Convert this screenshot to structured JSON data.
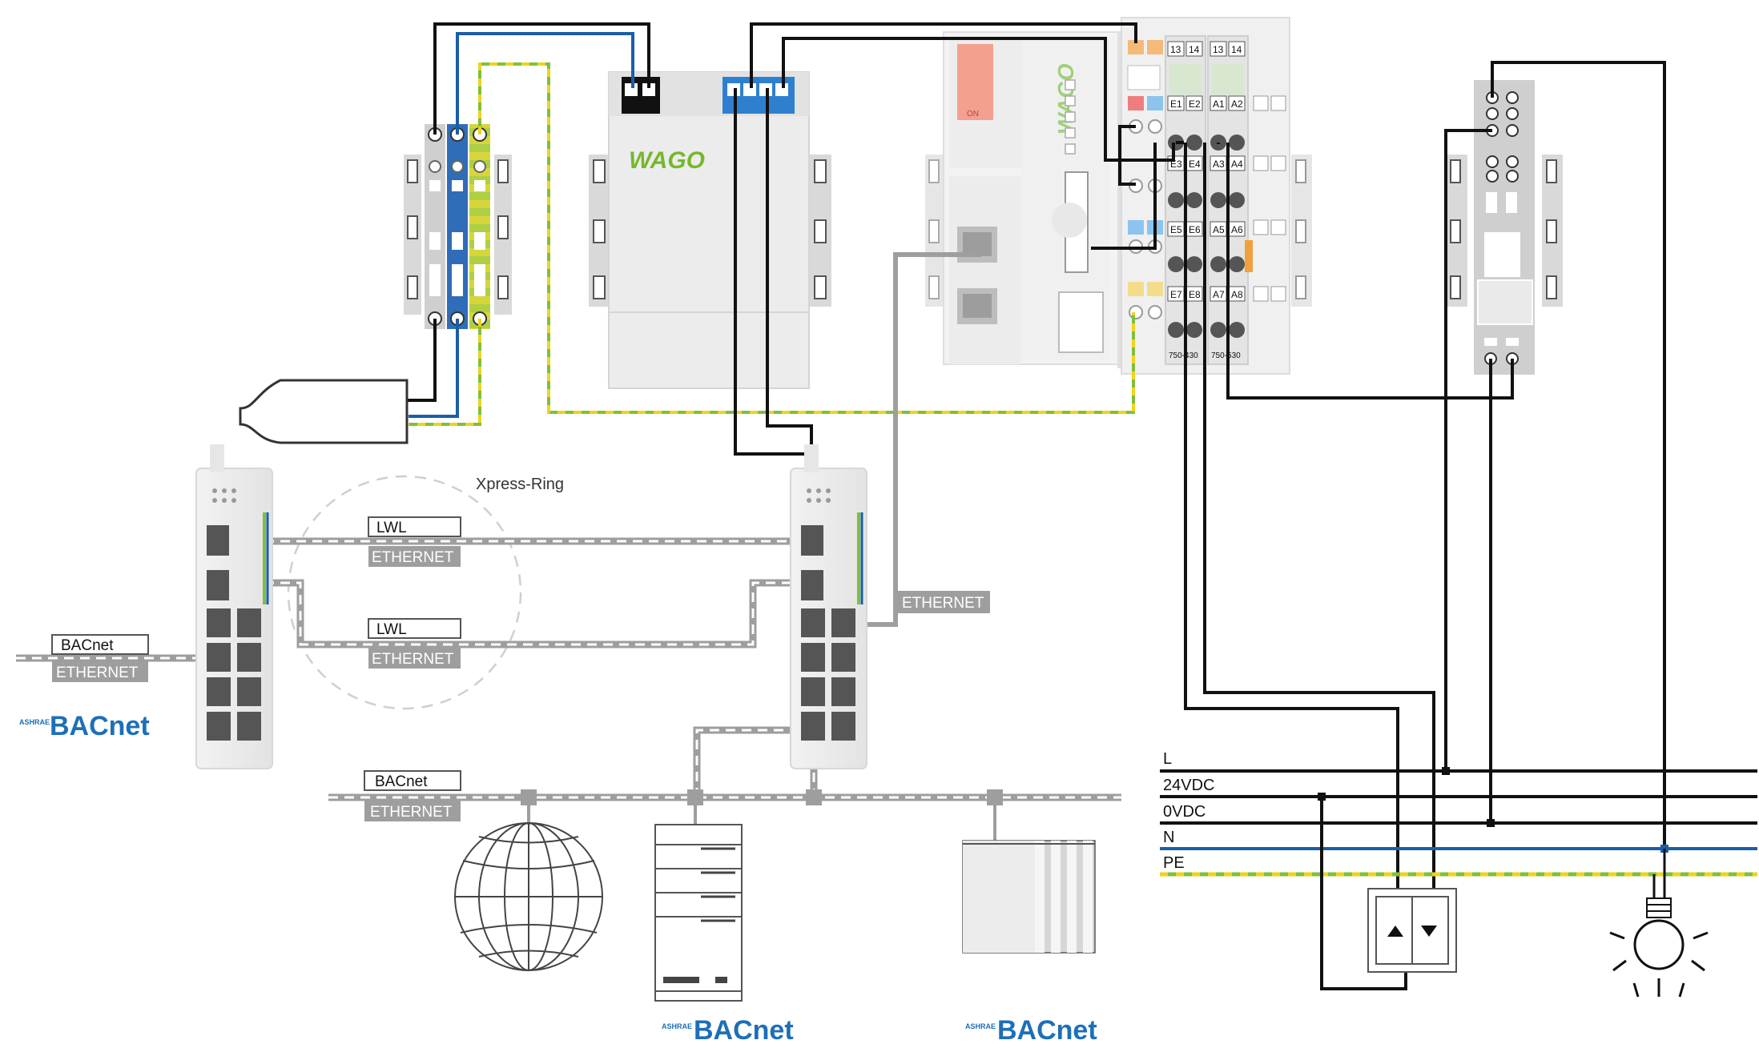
{
  "labels": {
    "xpress_ring": "Xpress-Ring",
    "lwl": "LWL",
    "ethernet": "ETHERNET",
    "bacnet": "BACnet"
  },
  "brand": {
    "wago": "WAGO",
    "ashrae": "ASHRAE",
    "bacnet_logo": "BACnet"
  },
  "dip": {
    "on": "ON"
  },
  "io_modules": {
    "top_labels": [
      "13",
      "14",
      "13",
      "14"
    ],
    "inputs": [
      [
        "E1",
        "E2"
      ],
      [
        "E3",
        "E4"
      ],
      [
        "E5",
        "E6"
      ],
      [
        "E7",
        "E8"
      ]
    ],
    "outputs": [
      [
        "A1",
        "A2"
      ],
      [
        "A3",
        "A4"
      ],
      [
        "A5",
        "A6"
      ],
      [
        "A7",
        "A8"
      ]
    ],
    "part_in": "750-430",
    "part_out": "750-530"
  },
  "power_rails": {
    "l": "L",
    "vdc24": "24VDC",
    "vdc0": "0VDC",
    "n": "N",
    "pe": "PE"
  },
  "colors": {
    "line_black": "#111111",
    "line_blue": "#1a5ea8",
    "pe_green": "#7fbf3f",
    "pe_yellow": "#f2d21b",
    "network_gray": "#9e9e9e",
    "wago_green": "#76b82a",
    "bacnet_blue": "#1d6fb8",
    "bacnet_green": "#5ab13f",
    "terminal_blue": "#2f7fd0"
  }
}
